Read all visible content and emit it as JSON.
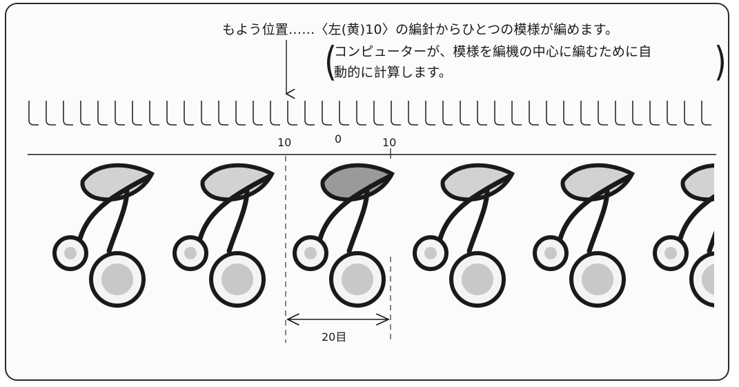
{
  "annotation": {
    "line1": "もよう位置……〈左(黄)10〉の編針からひとつの模様が編めます。",
    "line2": "コンピューターが、模様を編機の中心に編むために自",
    "line3": "動的に計算します。",
    "paren_open": "(",
    "paren_close": ")"
  },
  "needle_bed": {
    "needle_count": 40,
    "labels": {
      "left": "10",
      "center": "0",
      "right": "10"
    }
  },
  "pattern": {
    "repeat_count": 6,
    "width_label": "20目",
    "leaf_color": "#d2d2d2",
    "highlight_leaf_color": "#9a9a9a",
    "berry_color": "#c8c8c8",
    "outline_color": "#1a1a1a"
  }
}
